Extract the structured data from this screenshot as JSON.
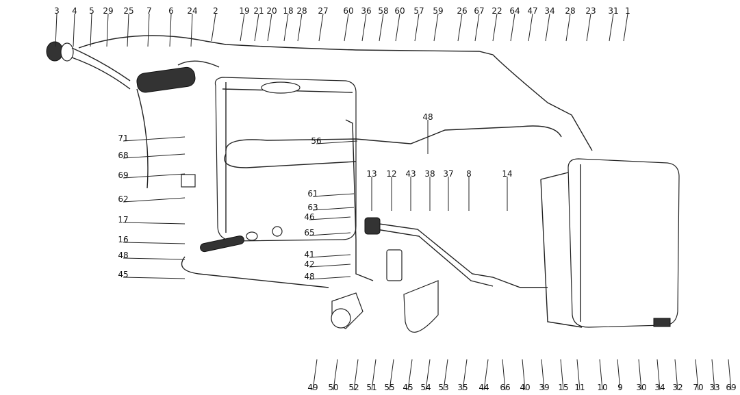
{
  "diagram": {
    "title": "Fuel tanks and lines exploded view",
    "top_labels": [
      "3",
      "4",
      "5",
      "29",
      "25",
      "7",
      "6",
      "24",
      "2",
      "19",
      "21",
      "20",
      "18",
      "28",
      "27",
      "60",
      "36",
      "58",
      "60",
      "57",
      "59",
      "26",
      "67",
      "22",
      "64",
      "47",
      "34",
      "28",
      "23",
      "31",
      "1"
    ],
    "bottom_labels": [
      "49",
      "50",
      "52",
      "51",
      "55",
      "45",
      "54",
      "53",
      "35",
      "44",
      "66",
      "40",
      "39",
      "15",
      "11",
      "10",
      "9",
      "30",
      "34",
      "32",
      "70",
      "33",
      "69"
    ],
    "left_labels": [
      "71",
      "68",
      "69",
      "62",
      "17",
      "16",
      "48",
      "45"
    ],
    "middle_labels": [
      "56",
      "61",
      "63",
      "46",
      "65",
      "41",
      "42",
      "48",
      "13",
      "12",
      "43",
      "38",
      "37",
      "8",
      "14",
      "48"
    ]
  }
}
